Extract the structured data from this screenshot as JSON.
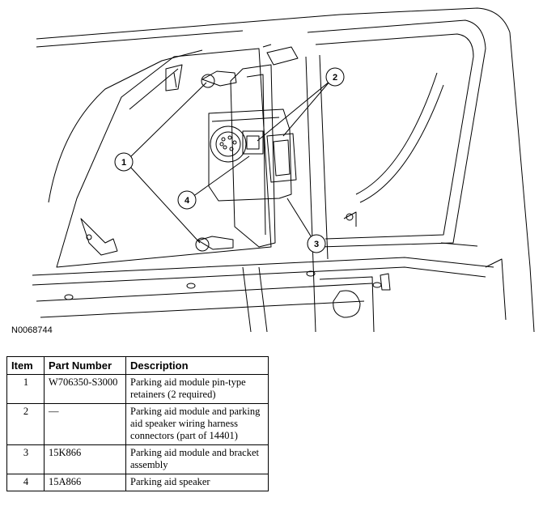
{
  "figure": {
    "code": "N0068744",
    "callouts": [
      "1",
      "2",
      "3",
      "4"
    ]
  },
  "table": {
    "headers": [
      "Item",
      "Part Number",
      "Description"
    ],
    "rows": [
      {
        "item": "1",
        "part_number": "W706350-S3000",
        "description": "Parking aid module pin-type retainers (2 required)"
      },
      {
        "item": "2",
        "part_number": "—",
        "description": "Parking aid module and parking aid speaker wiring harness connectors (part of 14401)"
      },
      {
        "item": "3",
        "part_number": "15K866",
        "description": "Parking aid module and bracket assembly"
      },
      {
        "item": "4",
        "part_number": "15A866",
        "description": "Parking aid speaker"
      }
    ]
  }
}
